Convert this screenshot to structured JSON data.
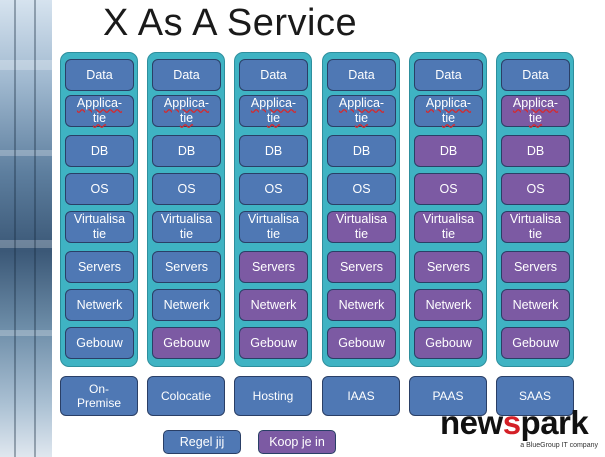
{
  "title": "X As A Service",
  "layers": [
    "Data",
    "Applica-\ntie",
    "DB",
    "OS",
    "Virtualisa\ntie",
    "Servers",
    "Netwerk",
    "Gebouw"
  ],
  "columns": [
    {
      "label": "On-\nPremise",
      "managed": [
        "you",
        "you",
        "you",
        "you",
        "you",
        "you",
        "you",
        "you"
      ]
    },
    {
      "label": "Colocatie",
      "managed": [
        "you",
        "you",
        "you",
        "you",
        "you",
        "you",
        "you",
        "provider"
      ]
    },
    {
      "label": "Hosting",
      "managed": [
        "you",
        "you",
        "you",
        "you",
        "you",
        "provider",
        "provider",
        "provider"
      ]
    },
    {
      "label": "IAAS",
      "managed": [
        "you",
        "you",
        "you",
        "you",
        "provider",
        "provider",
        "provider",
        "provider"
      ]
    },
    {
      "label": "PAAS",
      "managed": [
        "you",
        "you",
        "provider",
        "provider",
        "provider",
        "provider",
        "provider",
        "provider"
      ]
    },
    {
      "label": "SAAS",
      "managed": [
        "you",
        "provider",
        "provider",
        "provider",
        "provider",
        "provider",
        "provider",
        "provider"
      ]
    }
  ],
  "legend": {
    "you": "Regel jij",
    "provider": "Koop je in"
  },
  "colors": {
    "you": "#4f78b4",
    "provider": "#7c5aa3",
    "column_bg": "#3fb3c3"
  },
  "logo": {
    "word_start": "new",
    "word_accent": "s",
    "word_end": "park",
    "tagline": "a BlueGroup IT company"
  }
}
